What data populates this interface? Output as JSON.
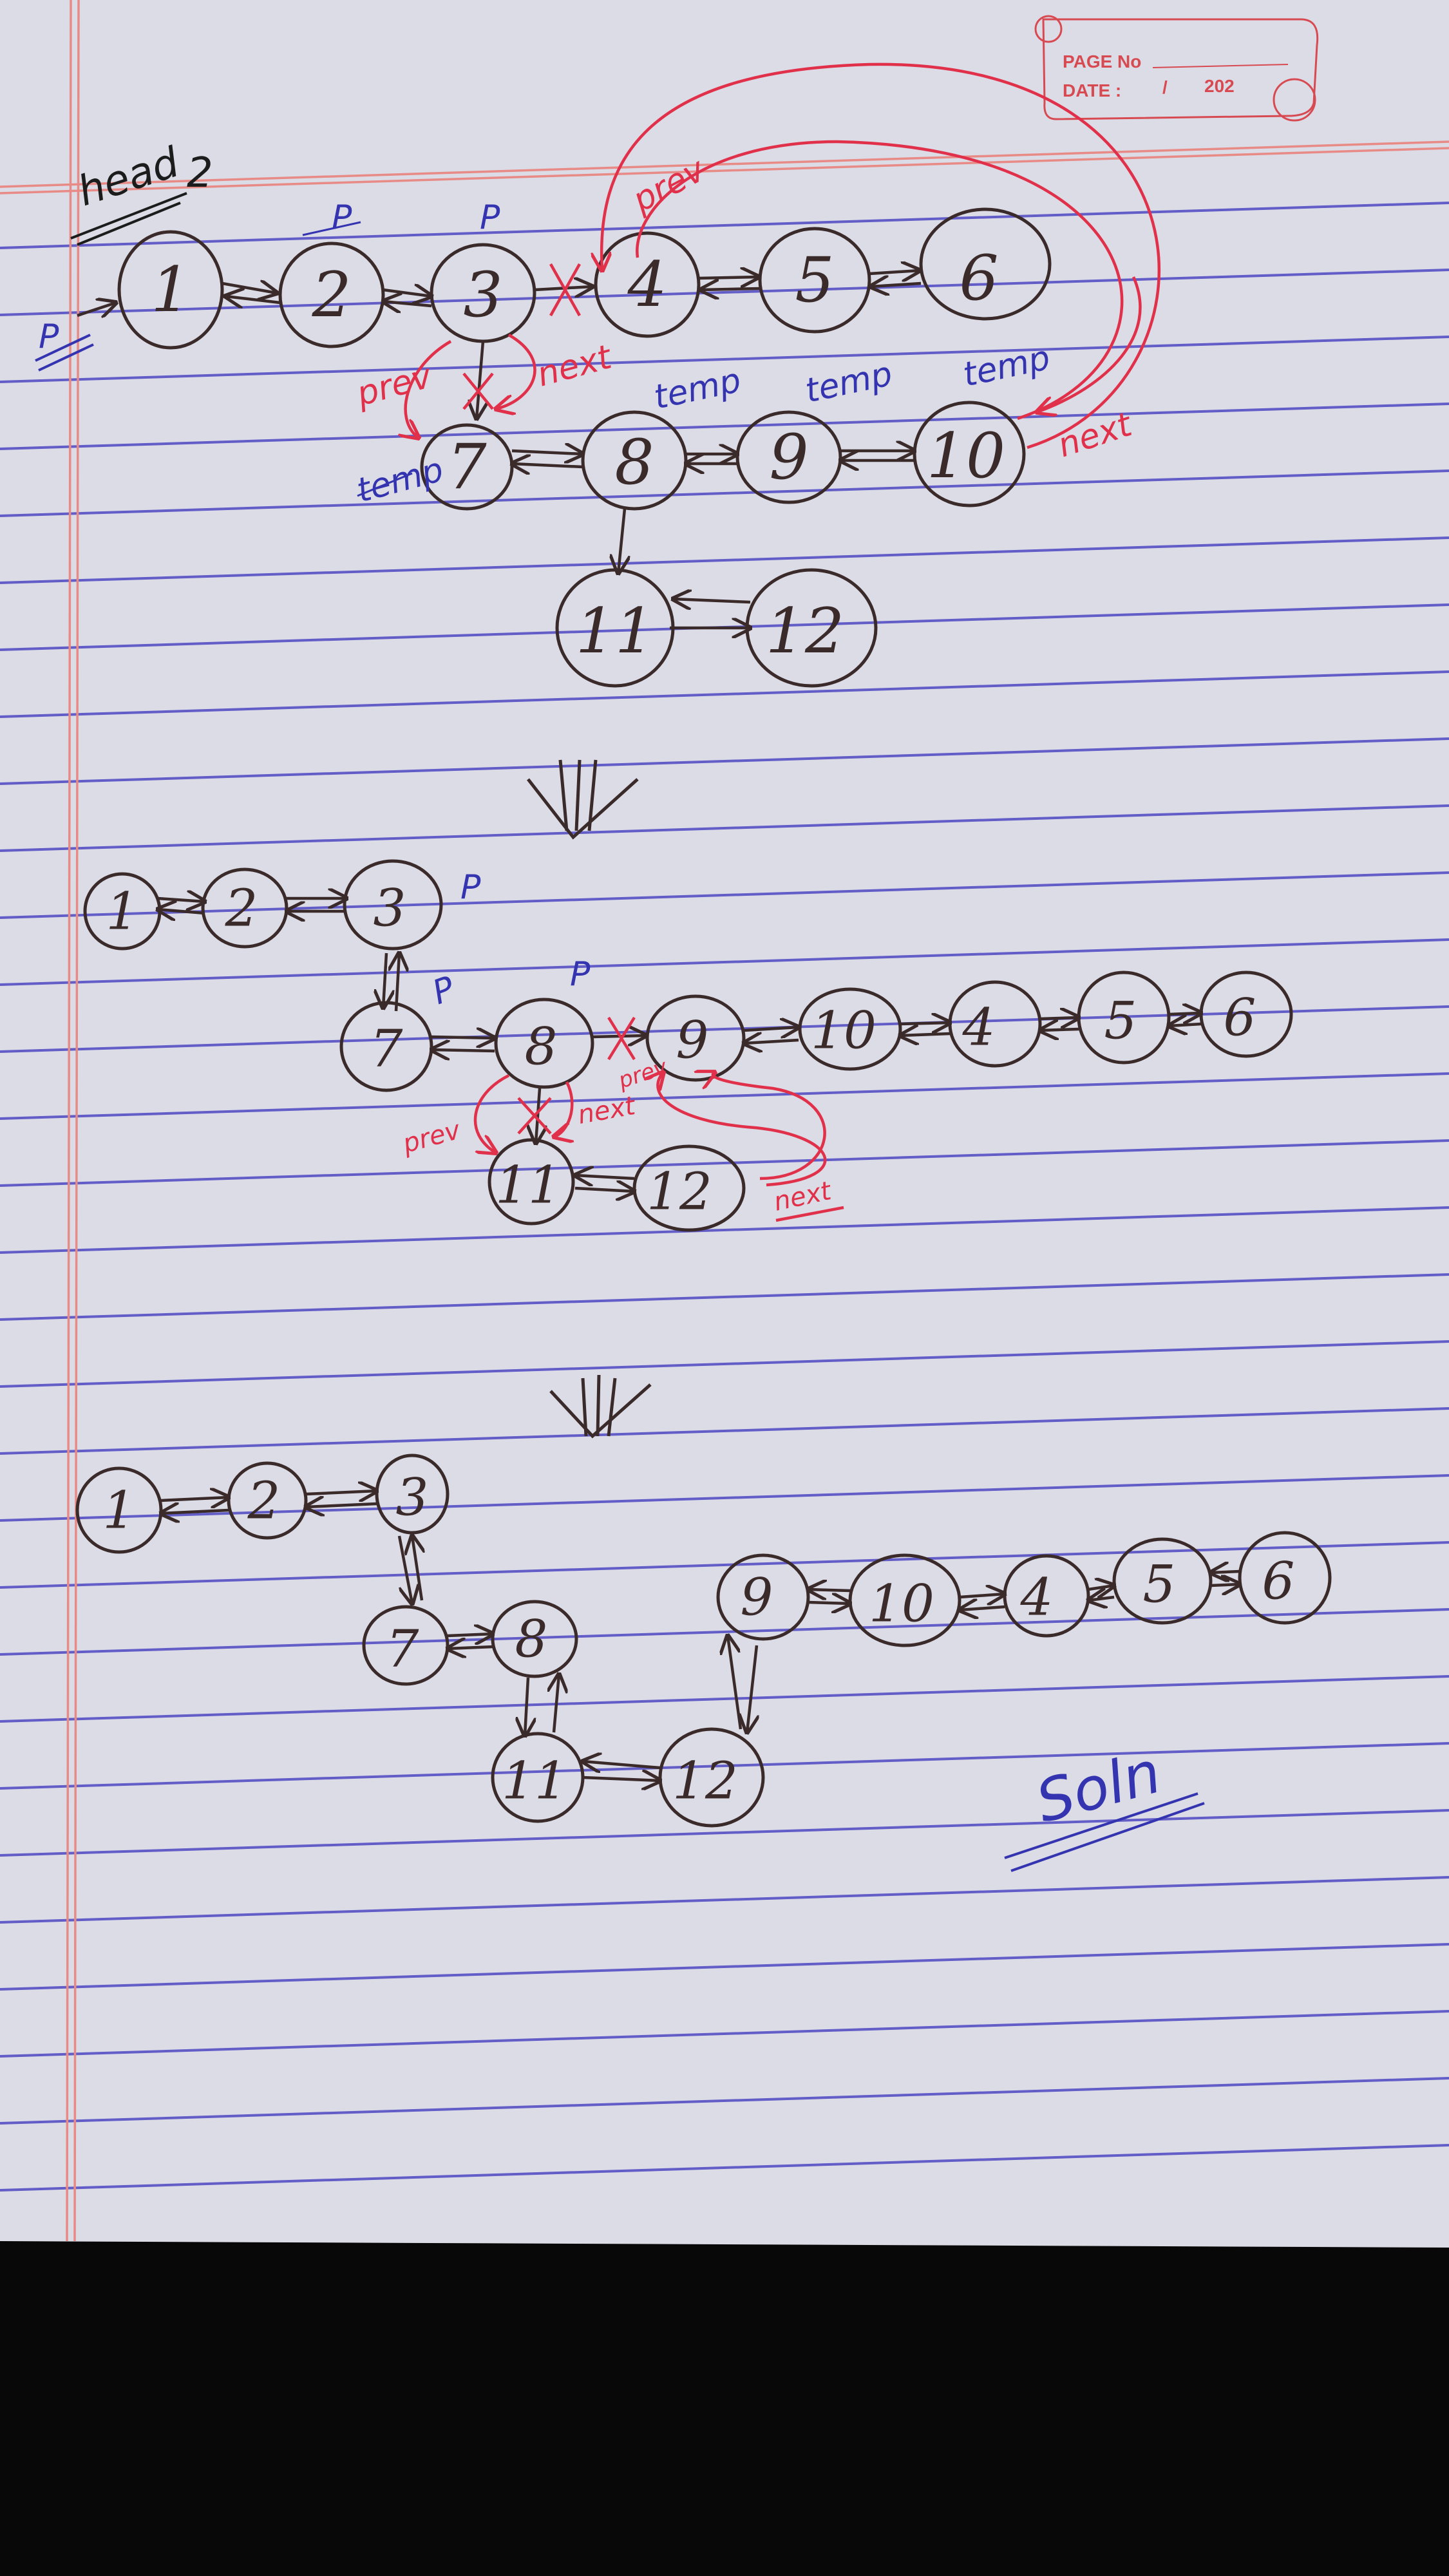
{
  "stamp": {
    "page_no": "PAGE No",
    "date": "DATE :",
    "date_sep": "/",
    "year": "202"
  },
  "annotations": {
    "head": "head",
    "head_arrow_num": "2",
    "p": "P",
    "prev": "prev",
    "next": "next",
    "temp": "temp",
    "solution": "Soln"
  },
  "stage1": {
    "row1": [
      "1",
      "2",
      "3",
      "4",
      "5",
      "6"
    ],
    "row2": [
      "7",
      "8",
      "9",
      "10"
    ],
    "row3": [
      "11",
      "12"
    ]
  },
  "stage2": {
    "row1": [
      "1",
      "2",
      "3"
    ],
    "row2": [
      "7",
      "8",
      "9",
      "10",
      "4",
      "5",
      "6"
    ],
    "row3": [
      "11",
      "12"
    ]
  },
  "stage3": {
    "row1": [
      "1",
      "2",
      "3"
    ],
    "row2a": [
      "7",
      "8"
    ],
    "row2b": [
      "9",
      "10",
      "4",
      "5",
      "6"
    ],
    "row3": [
      "11",
      "12"
    ]
  },
  "colors": {
    "ink": "#3a2a2a",
    "red": "#e0304a",
    "blue": "#3434b0",
    "rule": "#4d47c2",
    "margin": "#e88a86"
  }
}
